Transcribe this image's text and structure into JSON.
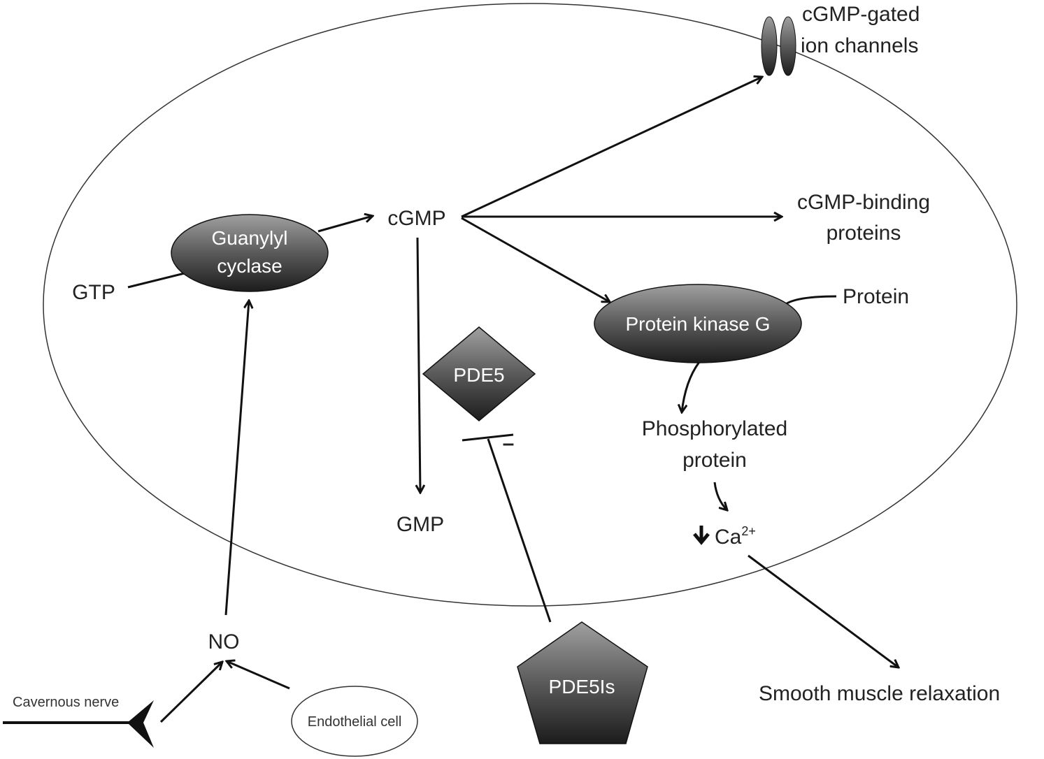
{
  "diagram": {
    "labels": {
      "ion_channels_line1": "cGMP-gated",
      "ion_channels_line2": "ion channels",
      "cgmp": "cGMP",
      "binding_line1": "cGMP-binding",
      "binding_line2": "proteins",
      "gtp": "GTP",
      "protein": "Protein",
      "phospho_line1": "Phosphorylated",
      "phospho_line2": "protein",
      "gmp": "GMP",
      "ca": "Ca",
      "ca_sup": "2+",
      "no": "NO",
      "smooth": "Smooth muscle relaxation",
      "nerve": "Cavernous nerve",
      "endothelial": "Endothelial cell",
      "minus": "–"
    },
    "nodes": {
      "guanylyl_line1": "Guanylyl",
      "guanylyl_line2": "cyclase",
      "pkg": "Protein kinase G",
      "pde5": "PDE5",
      "pde5is": "PDE5Is"
    },
    "colors": {
      "node_dark": "#2a2a2a",
      "node_light": "#9a9a9a"
    }
  }
}
